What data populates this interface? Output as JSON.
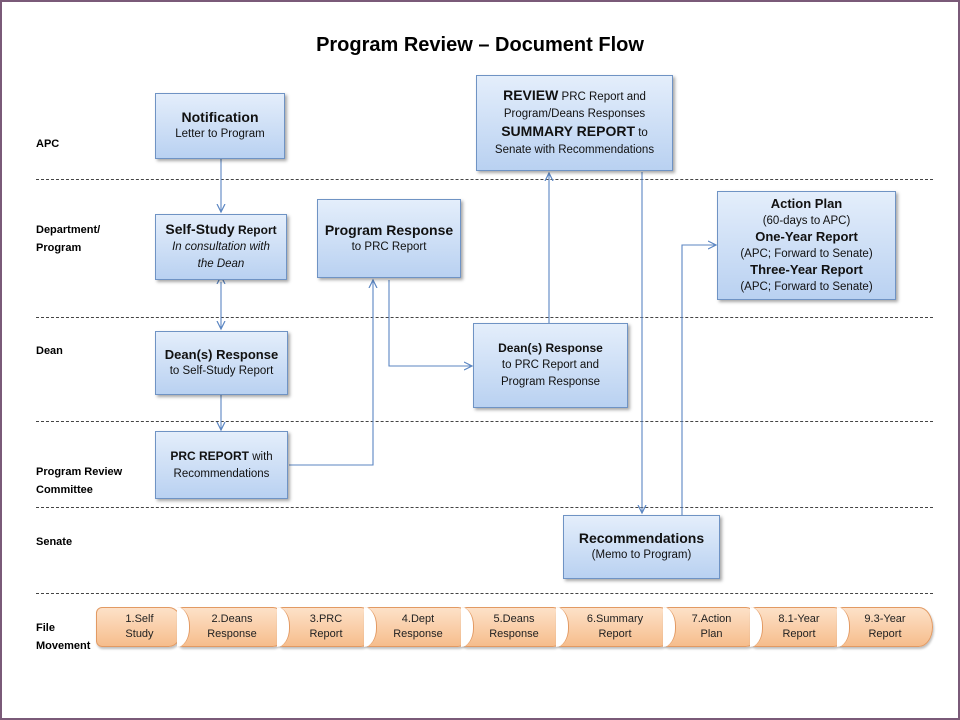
{
  "title": "Program Review – Document Flow",
  "lanes": {
    "apc": "APC",
    "dept_line1": "Department/",
    "dept_line2": "Program",
    "dean": "Dean",
    "prc_line1": "Program Review",
    "prc_line2": "Committee",
    "senate": "Senate",
    "file_line1": "File",
    "file_line2": "Movement"
  },
  "boxes": {
    "notification": {
      "heading": "Notification",
      "line1": "Letter  to Program"
    },
    "self_study": {
      "heading": "Self-Study",
      "heading_suffix": " Report",
      "line1": "In consultation with",
      "line2": "the Dean"
    },
    "program_response": {
      "heading": "Program Response",
      "line1": "to PRC Report"
    },
    "review": {
      "heading1": "REVIEW",
      "line1": " PRC Report and",
      "line2": "Program/Deans Responses",
      "heading2": "SUMMARY REPORT",
      "line3": " to",
      "line4": "Senate with Recommendations"
    },
    "action_plan": {
      "heading1": "Action Plan",
      "line1": "(60-days to APC)",
      "heading2": "One-Year Report",
      "line2": "(APC; Forward to Senate)",
      "heading3": "Three-Year Report",
      "line3": "(APC; Forward to Senate)"
    },
    "dean_response": {
      "heading": "Dean(s) Response",
      "line1": "to Self-Study Report"
    },
    "dean_response_prc": {
      "heading": "Dean(s) Response",
      "line1": "to PRC Report and",
      "line2": "Program Response"
    },
    "prc_report": {
      "heading": "PRC REPORT",
      "heading_suffix": " with",
      "line1": "Recommendations"
    },
    "recommendations": {
      "heading": "Recommendations",
      "line1": "(Memo  to Program)"
    }
  },
  "file_movement": [
    {
      "line1": "1.Self",
      "line2": "Study"
    },
    {
      "line1": "2.Deans",
      "line2": "Response"
    },
    {
      "line1": "3.PRC",
      "line2": "Report"
    },
    {
      "line1": "4.Dept",
      "line2": "Response"
    },
    {
      "line1": "5.Deans",
      "line2": "Response"
    },
    {
      "line1": "6.Summary",
      "line2": "Report"
    },
    {
      "line1": "7.Action",
      "line2": "Plan"
    },
    {
      "line1": "8.1-Year",
      "line2": "Report"
    },
    {
      "line1": "9.3-Year",
      "line2": "Report"
    }
  ],
  "colors": {
    "box_fill": "#b9d1f1",
    "box_border": "#6f93c4",
    "arrow": "#5b86c2",
    "chevron_fill": "#f6bd8c",
    "frame": "#7a5a78"
  }
}
